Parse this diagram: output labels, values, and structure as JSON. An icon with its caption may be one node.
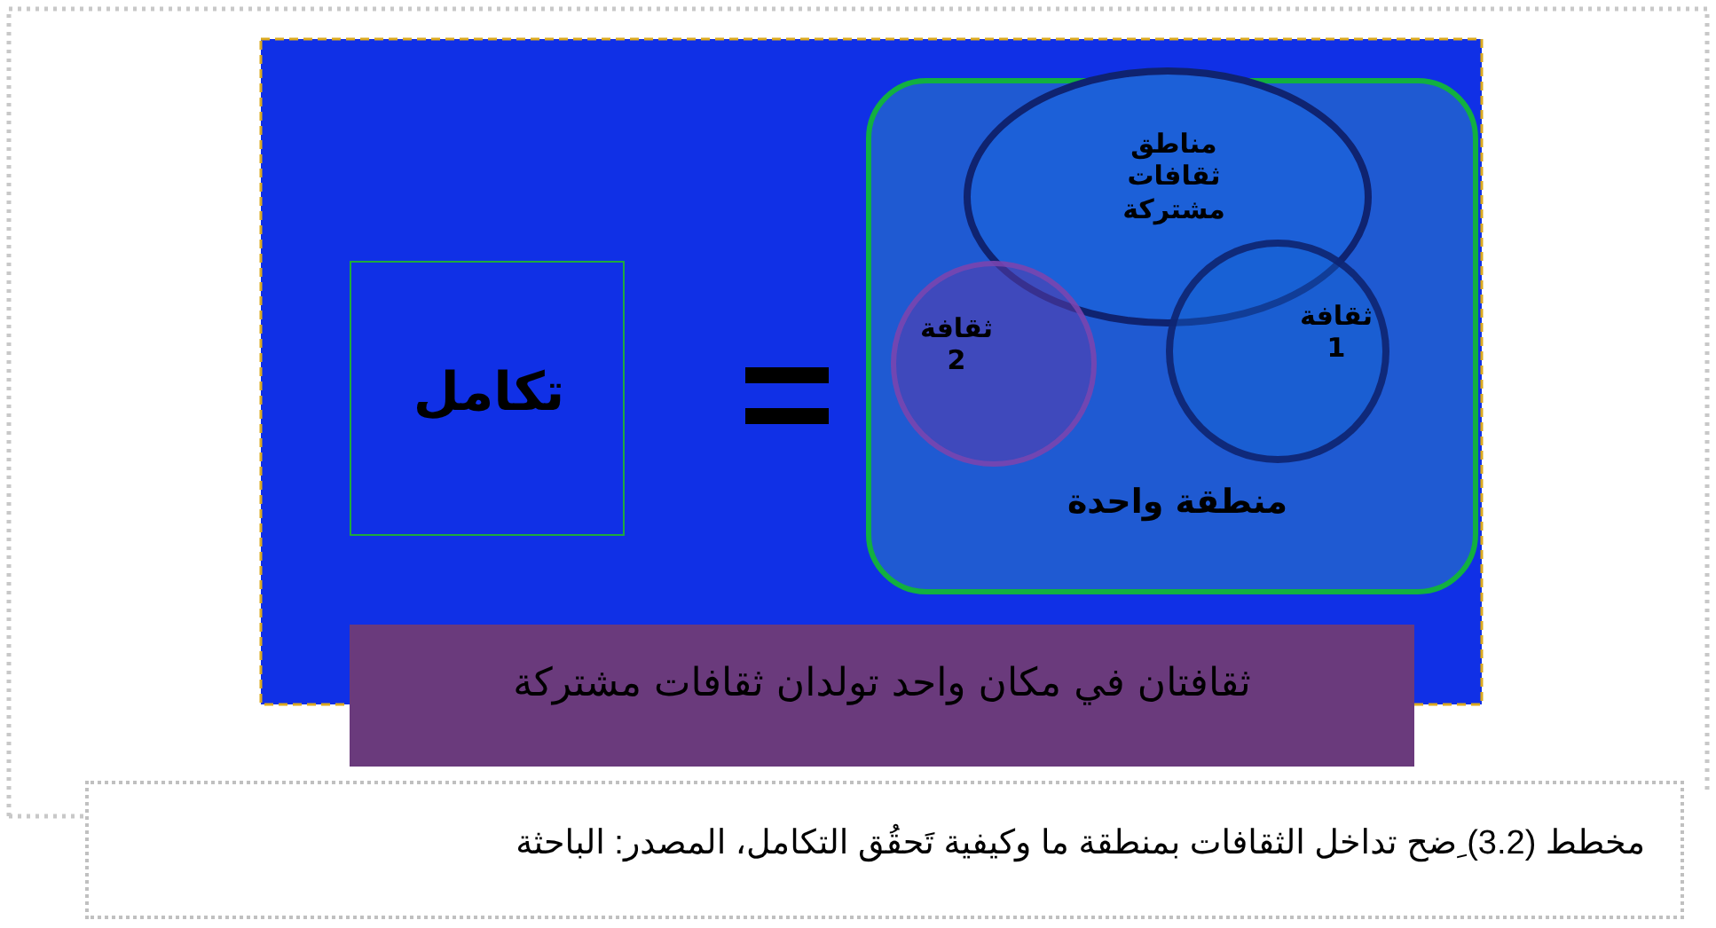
{
  "diagram": {
    "caption": "مخطط (3.2) ِضح تداخل الثقافات بمنطقة ما وكيفية تَحقُق التكامل، المصدر: الباحثة",
    "nodes": [
      {
        "text": [
          "تكامل"
        ]
      },
      {
        "text": [
          "منطقة واحدة"
        ]
      },
      {
        "text": [
          "مناطق ثقافات مشتركة"
        ],
        "in": 1
      },
      {
        "text": [
          "ثقافة 1"
        ],
        "in": 1
      },
      {
        "text": [
          "ثقافة 2"
        ],
        "in": 1
      },
      {
        "text": [
          "ثقافتان في مكان واحد تولدان ثقافات مشتركة"
        ]
      }
    ]
  }
}
